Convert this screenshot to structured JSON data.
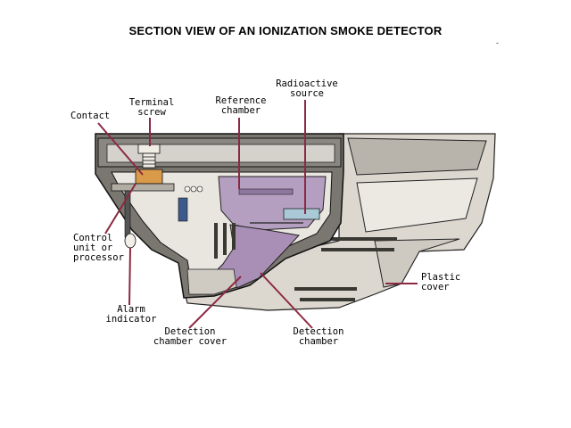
{
  "title": "SECTION VIEW OF AN IONIZATION SMOKE DETECTOR",
  "corner_mark": "-",
  "labels": {
    "contact": "Contact",
    "terminal_screw_1": "Terminal",
    "terminal_screw_2": "screw",
    "reference_chamber_1": "Reference",
    "reference_chamber_2": "chamber",
    "radioactive_source_1": "Radioactive",
    "radioactive_source_2": "source",
    "control_unit_1": "Control",
    "control_unit_2": "unit or",
    "control_unit_3": "processor",
    "plastic_cover_1": "Plastic",
    "plastic_cover_2": "cover",
    "alarm_indicator_1": "Alarm",
    "alarm_indicator_2": "indicator",
    "detection_chamber_cover_1": "Detection",
    "detection_chamber_cover_2": "chamber cover",
    "detection_chamber_1": "Detection",
    "detection_chamber_2": "chamber"
  },
  "colors": {
    "leader_line": "#8b2942",
    "housing_dark": "#6f6c66",
    "housing_light": "#d9d6cf",
    "chamber_purple": "#b59fc0",
    "detection_purple": "#a98eb6",
    "source_blue": "#a9c9d6"
  }
}
